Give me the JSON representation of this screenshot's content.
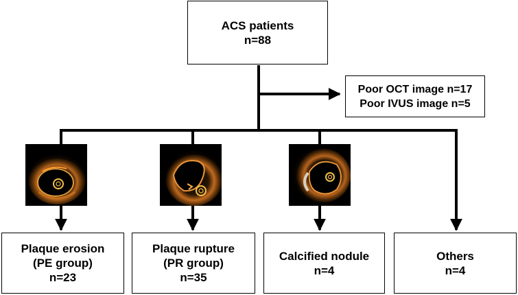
{
  "root": {
    "line1": "ACS patients",
    "line2": "n=88"
  },
  "exclusion": {
    "line1": "Poor OCT image n=17",
    "line2": "Poor IVUS image n=5"
  },
  "groups": [
    {
      "line1": "Plaque erosion",
      "line2": "(PE group)",
      "line3": "n=23"
    },
    {
      "line1": "Plaque rupture",
      "line2": "(PR group)",
      "line3": "n=35"
    },
    {
      "line1": "Calcified nodule",
      "line2": "n=4"
    },
    {
      "line1": "Others",
      "line2": "n=4"
    }
  ],
  "colors": {
    "line": "#000000",
    "oct_background": "#000000",
    "oct_tissue": "#d98a2a"
  }
}
